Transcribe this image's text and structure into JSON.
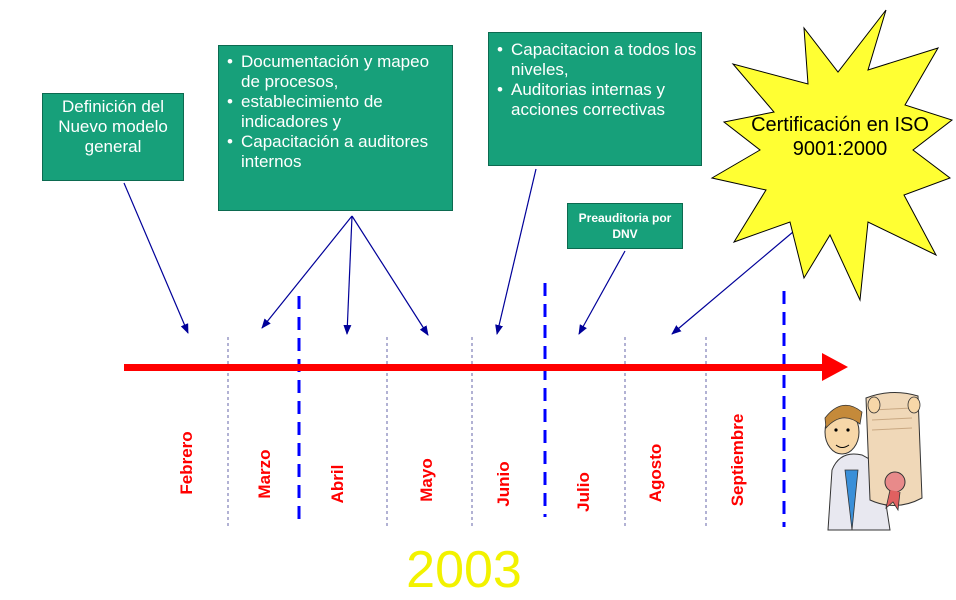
{
  "boxes": {
    "definicion": {
      "text": "Definición del Nuevo modelo general"
    },
    "documentacion": {
      "bullets": [
        "Documentación y mapeo de procesos,",
        "establecimiento de indicadores y",
        "Capacitación a auditores internos"
      ]
    },
    "capacitacion": {
      "bullets": [
        "Capacitacion a todos los niveles,",
        "Auditorias internas y acciones correctivas"
      ]
    },
    "preauditoria": {
      "text": "Preauditoria por DNV"
    }
  },
  "certification": {
    "text": "Certificación en ISO 9001:2000"
  },
  "months": [
    "Febrero",
    "Marzo",
    "Abril",
    "Mayo",
    "Junio",
    "Julio",
    "Agosto",
    "Septiembre"
  ],
  "year": "2003",
  "colors": {
    "box_fill": "#17a07a",
    "timeline": "#ff0000",
    "star": "#ffff33",
    "arrows": "#000099",
    "dashed": "#0000ff",
    "year": "#f2f200",
    "month_text": "#ff0000"
  },
  "icons": [
    "star-burst",
    "man-holding-certificate-icon"
  ]
}
